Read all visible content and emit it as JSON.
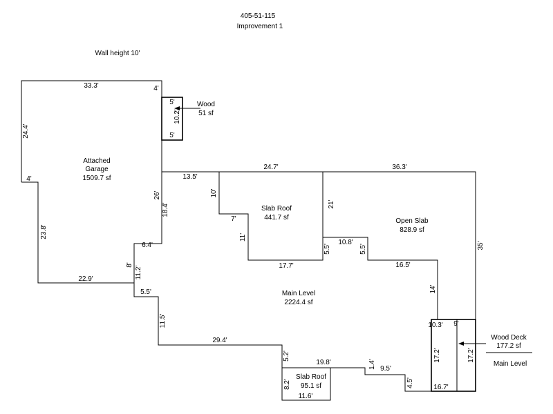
{
  "header": {
    "parcel": "405-51-115",
    "improvement": "Improvement 1"
  },
  "wall_height": "Wall height 10'",
  "areas": {
    "garage": {
      "name": "Attached",
      "name2": "Garage",
      "area": "1509.7 sf"
    },
    "wood": {
      "name": "Wood",
      "area": "51 sf"
    },
    "slab_roof_1": {
      "name": "Slab Roof",
      "area": "441.7 sf"
    },
    "open_slab": {
      "name": "Open Slab",
      "area": "828.9 sf"
    },
    "main": {
      "name": "Main Level",
      "area": "2224.4 sf"
    },
    "wood_deck": {
      "name": "Wood Deck",
      "area": "177.2 sf",
      "ref": "Main Level"
    },
    "slab_roof_2": {
      "name": "Slab Roof",
      "area": "95.1 sf"
    }
  },
  "dims": {
    "g_top": "33.3'",
    "g_left": "24.4'",
    "g_right_top": "4'",
    "g_step": "4'",
    "g_left_low": "23.8'",
    "g_bottom": "22.9'",
    "g_right_26": "26'",
    "g_right_184": "18.4'",
    "g_64": "6.4'",
    "g_8": "8'",
    "g_112": "11.2'",
    "w_top": "5'",
    "w_bot": "5'",
    "w_side": "10.2'",
    "d_135": "13.5'",
    "d_247": "24.7'",
    "d_363": "36.3'",
    "s_10": "10'",
    "s_7": "7'",
    "s_11": "11'",
    "s_177": "17.7'",
    "s_21": "21'",
    "o_55a": "5.5'",
    "o_108": "10.8'",
    "o_55b": "5.5'",
    "o_165": "16.5'",
    "o_14": "14'",
    "o_35": "35'",
    "m_55": "5.5'",
    "m_115": "11.5'",
    "m_294": "29.4'",
    "m_52": "5.2'",
    "m_198": "19.8'",
    "m_14": "1.4'",
    "m_95": "9.5'",
    "m_45": "4.5'",
    "dk_103": "10.3'",
    "dk_9": "9'",
    "dk_172a": "17.2'",
    "dk_172b": "17.2'",
    "dk_167": "16.7'",
    "sr_82": "8.2'",
    "sr_116": "11.6'"
  }
}
